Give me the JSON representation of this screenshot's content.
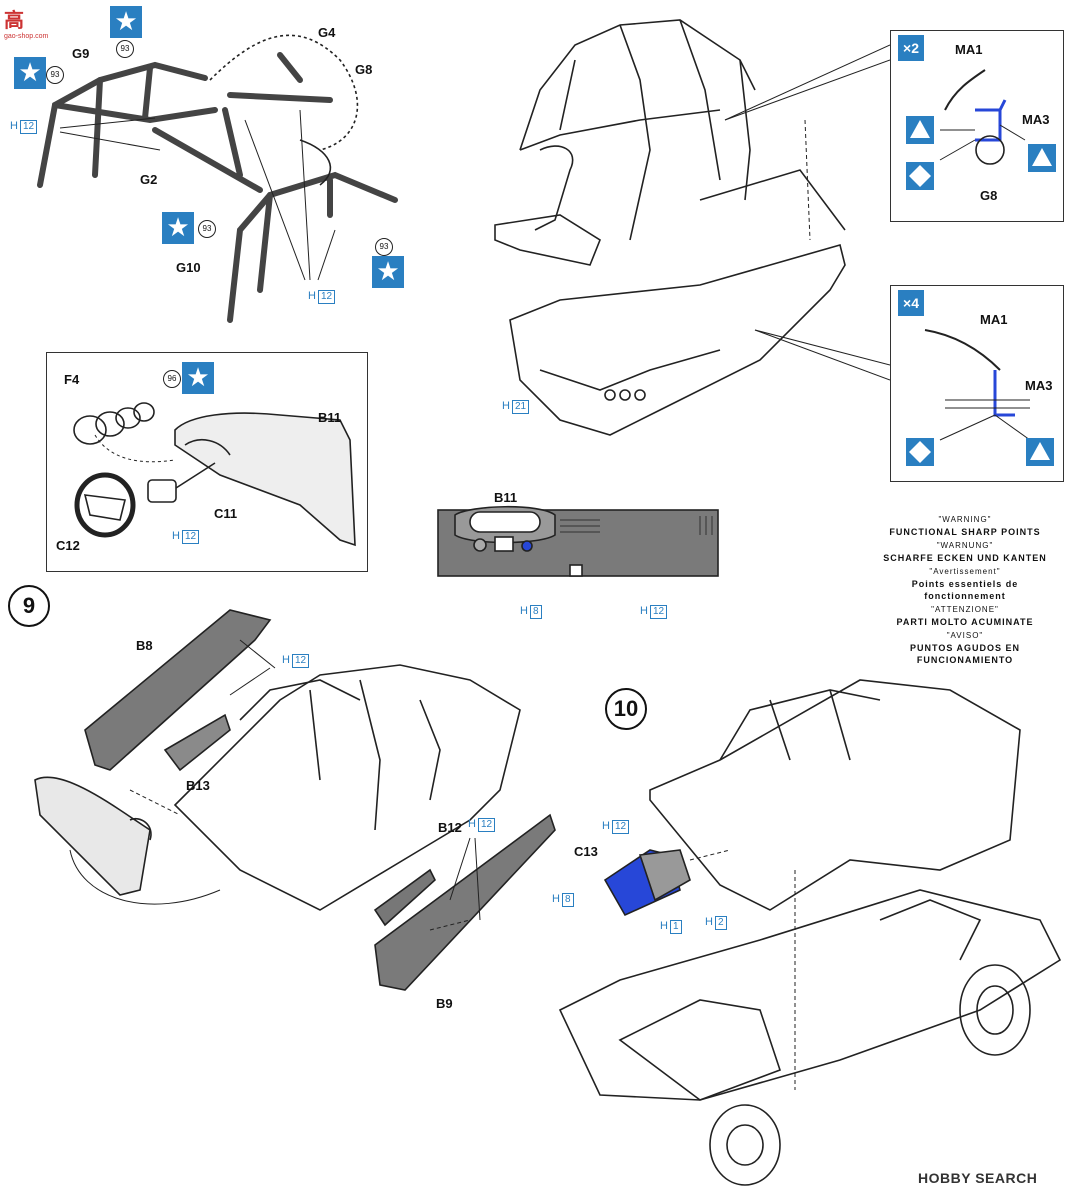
{
  "watermark": {
    "logo_text": "高",
    "logo_sub": "gao-shop.com",
    "source": "HOBBY SEARCH"
  },
  "steps": {
    "step9": "9",
    "step10": "10"
  },
  "colors": {
    "accent_blue": "#2a7fc1",
    "part_gray": "#7a7a7a",
    "highlight_blue": "#2747d8"
  },
  "parts": {
    "g4": "G4",
    "g8": "G8",
    "g9": "G9",
    "g2": "G2",
    "g10": "G10",
    "f4": "F4",
    "b11": "B11",
    "c11": "C11",
    "c12": "C12",
    "b11_panel": "B11",
    "b8": "B8",
    "b13": "B13",
    "b12": "B12",
    "b9": "B9",
    "c13": "C13"
  },
  "paint_refs": {
    "h12_a": {
      "prefix": "H",
      "num": "12"
    },
    "h12_b": {
      "prefix": "H",
      "num": "12"
    },
    "h12_c": {
      "prefix": "H",
      "num": "12"
    },
    "h21": {
      "prefix": "H",
      "num": "21"
    },
    "h8_panel": {
      "prefix": "H",
      "num": "8"
    },
    "h12_panel": {
      "prefix": "H",
      "num": "12"
    },
    "h12_door": {
      "prefix": "H",
      "num": "12"
    },
    "h12_right": {
      "prefix": "H",
      "num": "12"
    },
    "h12_c13": {
      "prefix": "H",
      "num": "12"
    },
    "h8_c13": {
      "prefix": "H",
      "num": "8"
    },
    "h1_c13": {
      "prefix": "H",
      "num": "1"
    },
    "h2_c13": {
      "prefix": "H",
      "num": "2"
    }
  },
  "decals": {
    "d93_a": "93",
    "d93_b": "93",
    "d93_c": "93",
    "d93_d": "93",
    "d96": "96"
  },
  "insets": {
    "top": {
      "multiplier": "×2",
      "ma1": "MA1",
      "ma3": "MA3",
      "g8": "G8"
    },
    "bottom": {
      "multiplier": "×4",
      "ma1": "MA1",
      "ma3": "MA3"
    }
  },
  "warning": [
    {
      "q": "\"WARNING\"",
      "t": "FUNCTIONAL SHARP POINTS"
    },
    {
      "q": "\"WARNUNG\"",
      "t": "SCHARFE ECKEN UND KANTEN"
    },
    {
      "q": "\"Avertissement\"",
      "t": "Points essentiels de fonctionnement"
    },
    {
      "q": "\"ATTENZIONE\"",
      "t": "PARTI MOLTO ACUMINATE"
    },
    {
      "q": "\"AVISO\"",
      "t": "PUNTOS AGUDOS EN FUNCIONAMIENTO"
    }
  ]
}
